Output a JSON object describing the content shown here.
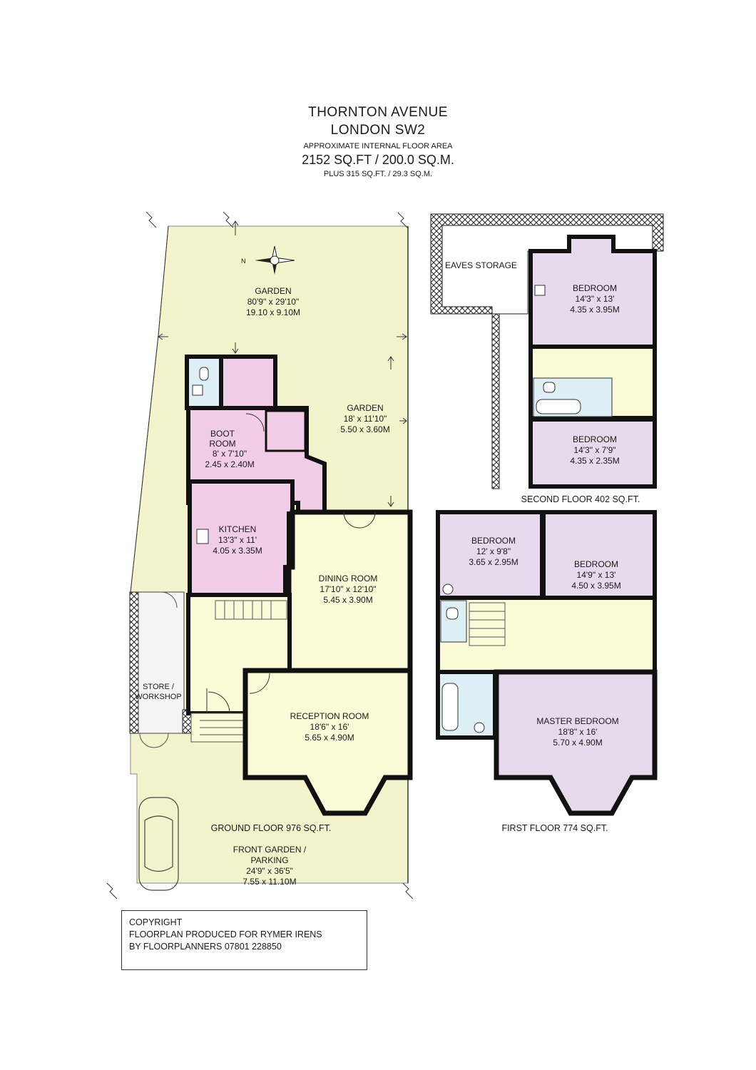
{
  "header": {
    "street": "THORNTON AVENUE",
    "city": "LONDON SW2",
    "area_caption": "APPROXIMATE INTERNAL FLOOR AREA",
    "area_total": "2152 SQ.FT / 200.0 SQ.M.",
    "area_plus": "PLUS 315 SQ.FT. / 29.3 SQ.M."
  },
  "rooms": {
    "garden_rear": {
      "name": "GARDEN",
      "imperial": "80'9\" x 29'10\"",
      "metric": "19.10 x 9.10M"
    },
    "garden_side": {
      "name": "GARDEN",
      "imperial": "18' x 11'10\"",
      "metric": "5.50 x 3.60M"
    },
    "boot_room": {
      "name1": "BOOT",
      "name2": "ROOM",
      "imperial": "8' x 7'10\"",
      "metric": "2.45 x 2.40M"
    },
    "kitchen": {
      "name": "KITCHEN",
      "imperial": "13'3\" x 11'",
      "metric": "4.05 x 3.35M"
    },
    "dining": {
      "name": "DINING ROOM",
      "imperial": "17'10\" x 12'10\"",
      "metric": "5.45 x 3.90M"
    },
    "reception": {
      "name": "RECEPTION ROOM",
      "imperial": "18'6\" x 16'",
      "metric": "5.65 x 4.90M"
    },
    "store": {
      "name1": "STORE /",
      "name2": "WORKSHOP"
    },
    "front_garden": {
      "name1": "FRONT GARDEN /",
      "name2": "PARKING",
      "imperial": "24'9\" x 36'5\"",
      "metric": "7.55 x 11.10M"
    },
    "eaves": {
      "name": "EAVES STORAGE"
    },
    "bed2_top": {
      "name": "BEDROOM",
      "imperial": "14'3\" x 13'",
      "metric": "4.35 x 3.95M"
    },
    "bed2_bottom": {
      "name": "BEDROOM",
      "imperial": "14'3\" x 7'9\"",
      "metric": "4.35 x 2.35M"
    },
    "bed1_left": {
      "name": "BEDROOM",
      "imperial": "12' x 9'8\"",
      "metric": "3.65 x 2.95M"
    },
    "bed1_right": {
      "name": "BEDROOM",
      "imperial": "14'9\" x 13'",
      "metric": "4.50 x 3.95M"
    },
    "master": {
      "name": "MASTER BEDROOM",
      "imperial": "18'8\" x 16'",
      "metric": "5.70 x 4.90M"
    }
  },
  "floors": {
    "ground": "GROUND FLOOR 976 SQ.FT.",
    "first": "FIRST FLOOR 774 SQ.FT.",
    "second": "SECOND FLOOR 402 SQ.FT."
  },
  "compass": {
    "letter": "N"
  },
  "copyright": {
    "line1": "COPYRIGHT",
    "line2": "FLOORPLAN PRODUCED FOR RYMER IRENS",
    "line3": "BY FLOORPLANNERS 07801 228850"
  },
  "colors": {
    "garden": "#f4f4cc",
    "room_cream": "#fbfbd8",
    "room_pink": "#f2cde8",
    "room_lilac": "#e6daec",
    "bath_blue": "#def0f6",
    "wall": "#111111"
  }
}
